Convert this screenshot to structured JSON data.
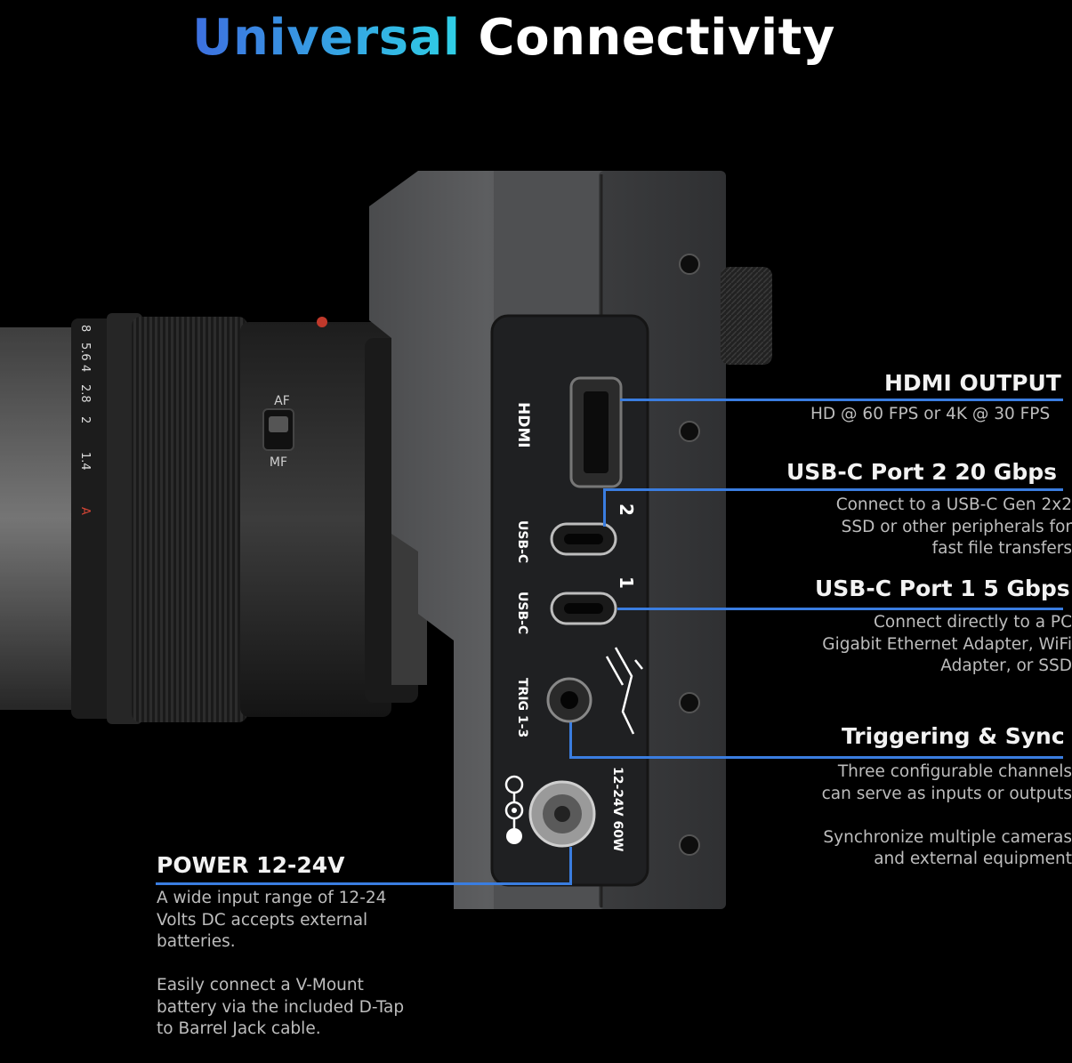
{
  "title": {
    "accent": "Universal",
    "rest": " Connectivity"
  },
  "colors": {
    "accent_start": "#3d6fe0",
    "accent_end": "#2fd0e6",
    "line": "#3a7de0",
    "background": "#000000"
  },
  "camera": {
    "port_labels": {
      "hdmi": "HDMI",
      "usbc_a": "USB-C",
      "usbc_b": "USB-C",
      "trig": "TRIG 1-3",
      "power": "12-24V  60W",
      "port2_num": "2",
      "port1_num": "1"
    },
    "lens": {
      "af": "AF",
      "mf": "MF",
      "aperture_marks": [
        "8",
        "5.6",
        "4",
        "2.8",
        "2",
        "1.4"
      ],
      "aperture_auto": "A"
    }
  },
  "callouts": {
    "hdmi": {
      "heading": "HDMI OUTPUT",
      "body": "HD @ 60 FPS or 4K @ 30 FPS"
    },
    "usbc2": {
      "heading": "USB-C Port 2  20 Gbps",
      "body": "Connect to a USB-C Gen 2x2\nSSD or other peripherals for\nfast file transfers"
    },
    "usbc1": {
      "heading": "USB-C Port 1 5 Gbps",
      "body": "Connect directly to a PC\nGigabit Ethernet Adapter, WiFi\nAdapter, or SSD"
    },
    "trigger": {
      "heading": "Triggering & Sync",
      "body": "Three configurable channels\ncan serve as inputs or outputs\n\nSynchronize multiple cameras\nand external equipment"
    },
    "power": {
      "heading": "POWER 12-24V",
      "body": "A wide input range of 12-24\nVolts DC accepts external\nbatteries.\n\nEasily connect a V-Mount\nbattery via the included D-Tap\nto Barrel Jack cable."
    }
  }
}
